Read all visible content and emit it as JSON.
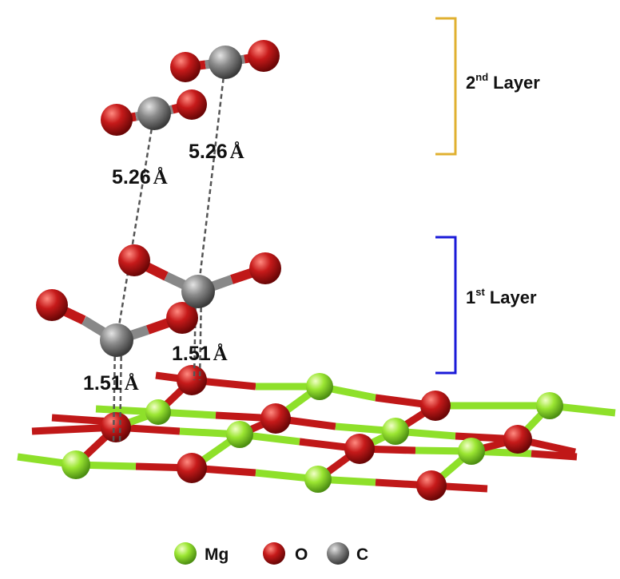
{
  "distances": {
    "upper_left": "5.26",
    "upper_right": "5.26",
    "lower_left": "1.51",
    "lower_right": "1.51",
    "unit": "Å"
  },
  "layers": {
    "second": {
      "number": "2",
      "suffix": "nd",
      "word": "Layer",
      "color": "#e0b030"
    },
    "first": {
      "number": "1",
      "suffix": "st",
      "word": "Layer",
      "color": "#1a1ad8"
    }
  },
  "legend": [
    {
      "symbol": "Mg",
      "color": "#8ee02a"
    },
    {
      "symbol": "O",
      "color": "#c01818"
    },
    {
      "symbol": "C",
      "color": "#888888"
    }
  ],
  "colors": {
    "mg": "#8ee02a",
    "o": "#c01818",
    "c": "#888888"
  }
}
